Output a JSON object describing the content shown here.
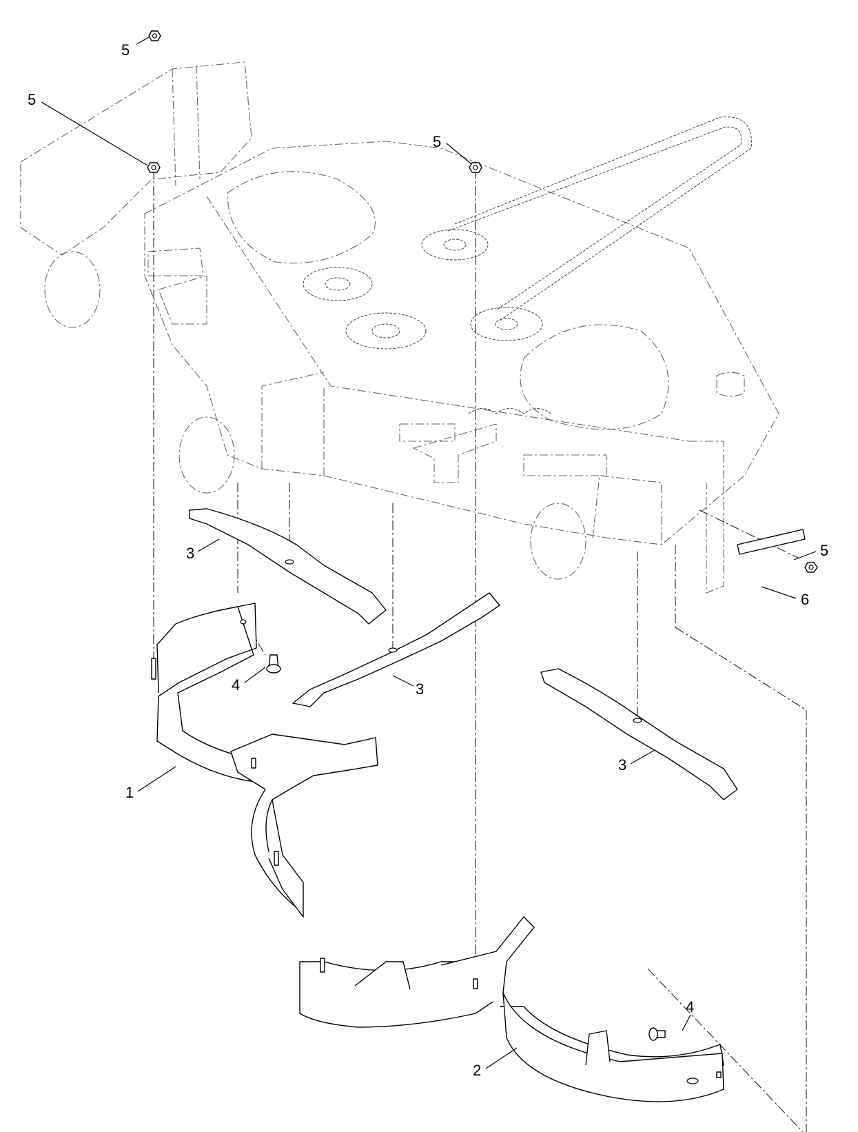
{
  "callouts": [
    {
      "id": "c5-top",
      "label": "5"
    },
    {
      "id": "c5-left",
      "label": "5"
    },
    {
      "id": "c5-center",
      "label": "5"
    },
    {
      "id": "c5-right",
      "label": "5"
    },
    {
      "id": "c6",
      "label": "6"
    },
    {
      "id": "c3-left",
      "label": "3"
    },
    {
      "id": "c3-center",
      "label": "3"
    },
    {
      "id": "c3-right",
      "label": "3"
    },
    {
      "id": "c4-left",
      "label": "4"
    },
    {
      "id": "c4-right",
      "label": "4"
    },
    {
      "id": "c1",
      "label": "1"
    },
    {
      "id": "c2",
      "label": "2"
    }
  ]
}
